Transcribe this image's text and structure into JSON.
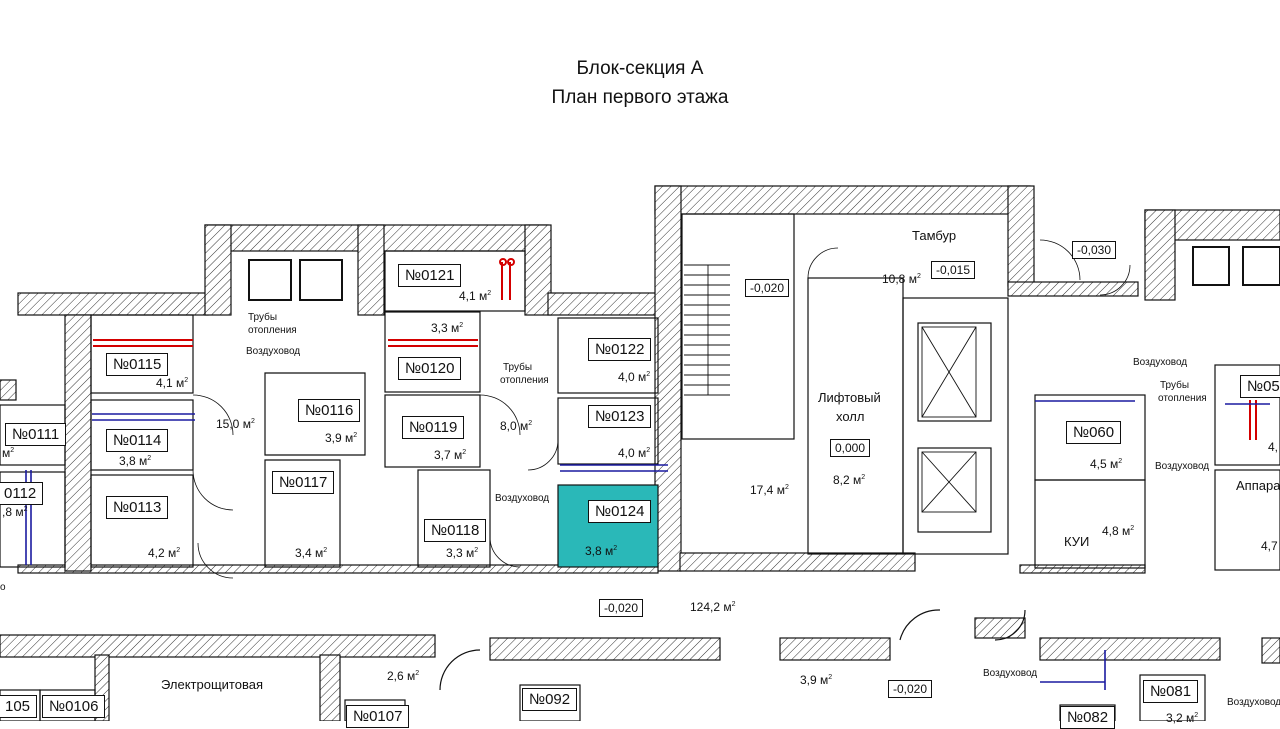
{
  "title": {
    "line1": "Блок-секция А",
    "line2": "План первого этажа"
  },
  "highlight_color": "#2ab8b8",
  "pipe_color": "#d40000",
  "duct_color": "#1a1aa0",
  "rooms": [
    {
      "id": "0111",
      "number": "№0111"
    },
    {
      "id": "0112",
      "number": "0112"
    },
    {
      "id": "0113",
      "number": "№0113",
      "area": "4,2 м"
    },
    {
      "id": "0114",
      "number": "№0114",
      "area": "3,8 м"
    },
    {
      "id": "0115",
      "number": "№0115",
      "area": "4,1 м"
    },
    {
      "id": "0116",
      "number": "№0116",
      "area": "3,9 м"
    },
    {
      "id": "0117",
      "number": "№0117",
      "area": "3,4 м"
    },
    {
      "id": "0118",
      "number": "№0118",
      "area": "3,3 м"
    },
    {
      "id": "0119",
      "number": "№0119",
      "area": "3,7 м"
    },
    {
      "id": "0120",
      "number": "№0120",
      "area": "3,3 м"
    },
    {
      "id": "0121",
      "number": "№0121",
      "area": "4,1 м"
    },
    {
      "id": "0122",
      "number": "№0122",
      "area": "4,0 м"
    },
    {
      "id": "0123",
      "number": "№0123",
      "area": "4,0 м"
    },
    {
      "id": "0124",
      "number": "№0124",
      "area": "3,8 м",
      "highlighted": true
    },
    {
      "id": "060",
      "number": "№060",
      "area": "4,5 м"
    },
    {
      "id": "05",
      "number": "№05"
    },
    {
      "id": "0105",
      "number": "105"
    },
    {
      "id": "0106",
      "number": "№0106"
    },
    {
      "id": "0107",
      "number": "№0107"
    },
    {
      "id": "092",
      "number": "№092"
    },
    {
      "id": "082",
      "number": "№082"
    },
    {
      "id": "081",
      "number": "№081"
    }
  ],
  "areas": {
    "corridor_left": "15,0 м",
    "corridor_mid": "8,0 м",
    "stair": "17,4 м",
    "lift_hall": "8,2 м",
    "tambur": "10,8 м",
    "kui": "4,8 м",
    "main_corridor": "124,2 м",
    "el_room_right": "2,6 м",
    "lower_mid": "3,9 м",
    "left_edge": "м",
    "left_edge2": ",8 м",
    "right_edge": "4,",
    "right_edge2": "4,7",
    "lower_right": "3,2 м"
  },
  "sup2": "2",
  "levels": {
    "stair": "-0,020",
    "tambur": "-0,015",
    "entry": "-0,030",
    "lift_hall": "0,000",
    "main_corridor": "-0,020",
    "lower": "-0,020"
  },
  "labels": {
    "tambur": "Тамбур",
    "lift_hall_1": "Лифтовый",
    "lift_hall_2": "холл",
    "kui": "КУИ",
    "heating_pipes_1": "Трубы",
    "heating_pipes_2": "отопления",
    "air_duct": "Воздуховод",
    "apparatus": "Аппарат",
    "electrical_room": "Электрощитовая",
    "left_cut": "о"
  }
}
